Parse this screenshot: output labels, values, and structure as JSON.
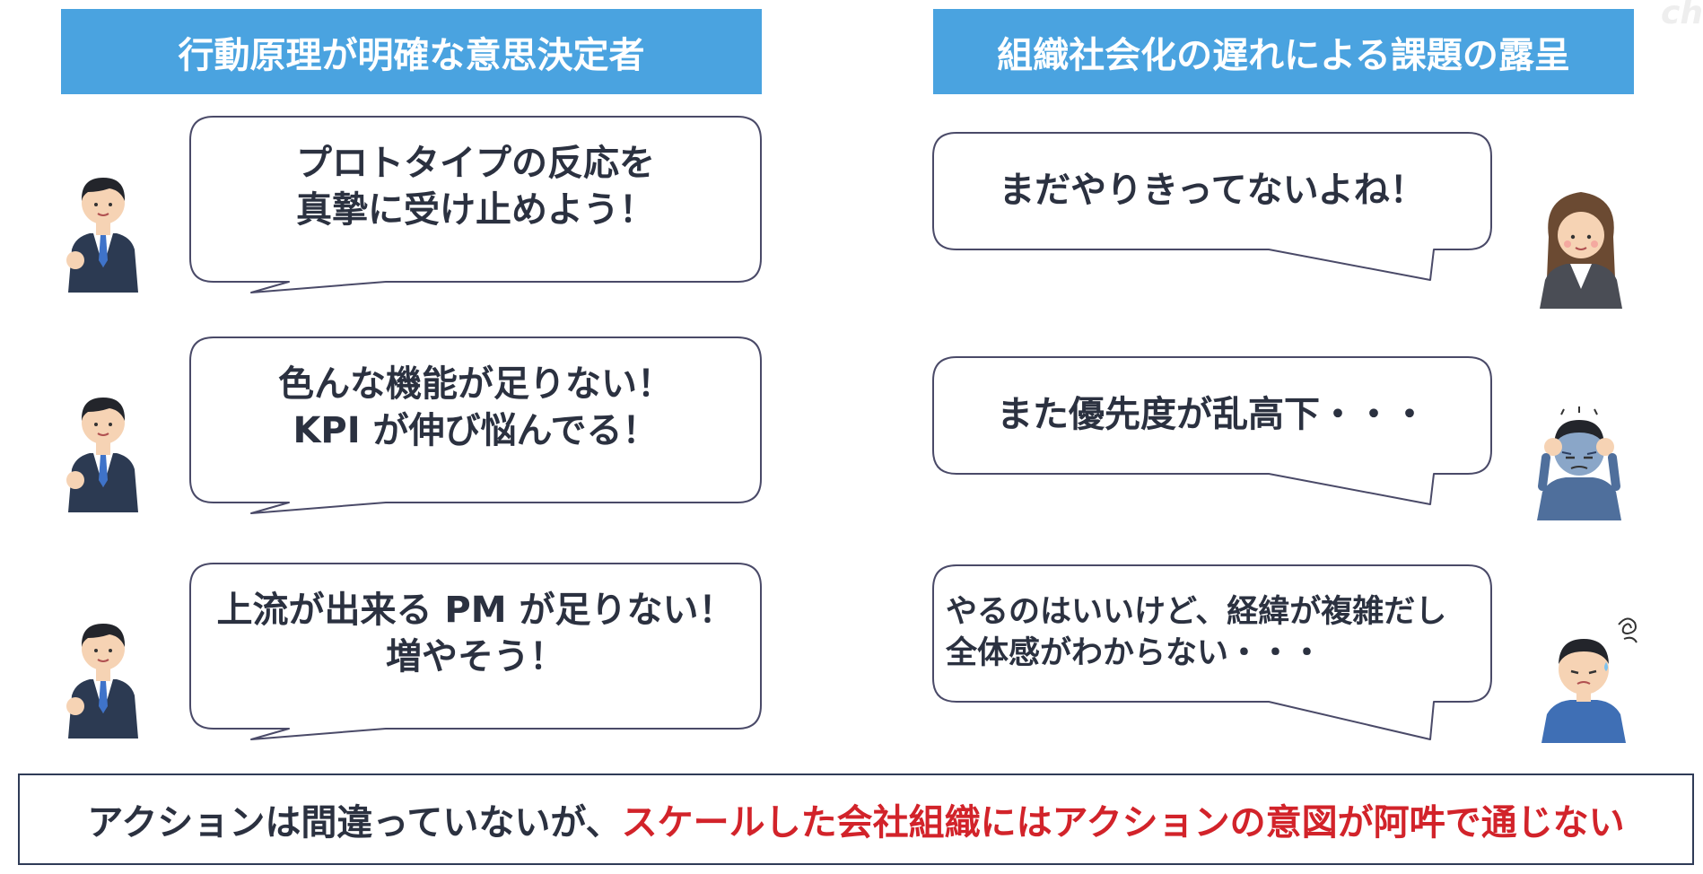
{
  "watermark": "ch",
  "left_column": {
    "header": "行動原理が明確な意思決定者",
    "bubbles": [
      {
        "line1": "プロトタイプの反応を",
        "line2": "真摯に受け止めよう！"
      },
      {
        "line1": "色んな機能が足りない！",
        "line2": "KPI が伸び悩んでる！"
      },
      {
        "line1": "上流が出来る PM が足りない！",
        "line2": "増やそう！"
      }
    ],
    "avatars": [
      "businessman-icon",
      "businessman-icon",
      "businessman-icon"
    ]
  },
  "right_column": {
    "header": "組織社会化の遅れによる課題の露呈",
    "bubbles": [
      {
        "line1": "まだやりきってないよね！"
      },
      {
        "line1": "また優先度が乱高下・・・"
      },
      {
        "line1": "やるのはいいけど、経緯が複雑だし",
        "line2": "全体感がわからない・・・"
      }
    ],
    "avatars": [
      "woman-icon",
      "headache-man-icon",
      "confused-man-icon"
    ]
  },
  "conclusion": {
    "normal_text": "アクションは間違っていないが、",
    "highlight_text": "スケールした会社組織にはアクションの意図が阿吽で通じない"
  },
  "colors": {
    "header_bg": "#4aa3e0",
    "text": "#2b3140",
    "highlight": "#d2232a",
    "bubble_border": "#4a4a68"
  }
}
